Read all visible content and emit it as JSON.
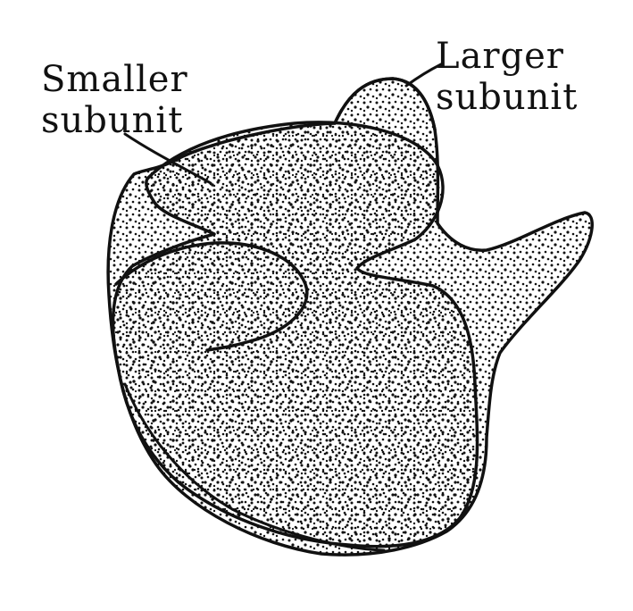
{
  "labels": {
    "smaller": {
      "line1": "Smaller",
      "line2": "subunit"
    },
    "larger": {
      "line1": "Larger",
      "line2": "subunit"
    }
  },
  "colors": {
    "ink": "#111111",
    "background": "#ffffff"
  }
}
